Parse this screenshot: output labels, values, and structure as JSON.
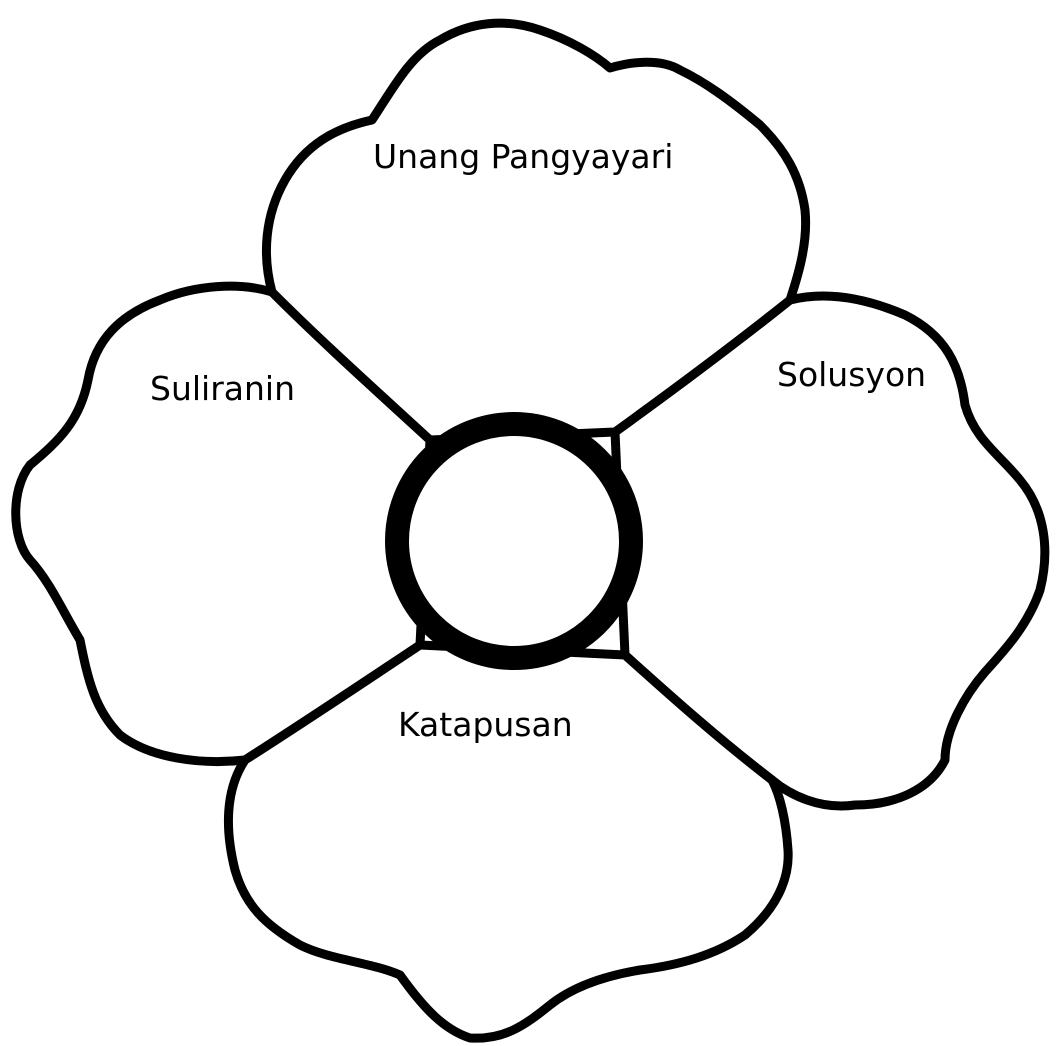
{
  "diagram": {
    "petals": [
      {
        "position": "top",
        "label": "Unang Pangyayari"
      },
      {
        "position": "left",
        "label": "Suliranin"
      },
      {
        "position": "right",
        "label": "Solusyon"
      },
      {
        "position": "bottom",
        "label": "Katapusan"
      }
    ],
    "colors": {
      "outline": "#000000",
      "fill": "#ffffff"
    }
  }
}
